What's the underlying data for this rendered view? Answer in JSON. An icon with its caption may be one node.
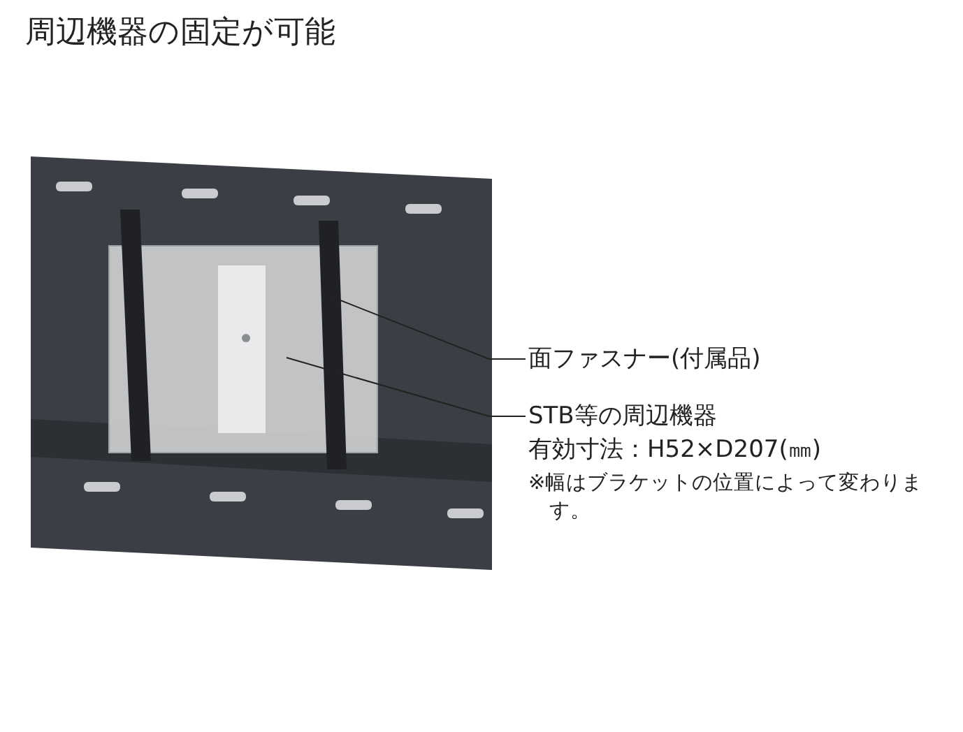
{
  "diagram": {
    "title": "周辺機器の固定が可能",
    "nodes": [
      {
        "text": [
          "面ファスナー(付属品)"
        ]
      },
      {
        "text": [
          "STB等の周辺機器",
          "有効寸法：H52×D207(㎜)",
          "※幅はブラケットの位置によって変わります。"
        ]
      }
    ],
    "edges": [
      {
        "from": 0,
        "to": null,
        "arrow": "none"
      },
      {
        "from": 1,
        "to": null,
        "arrow": "none"
      }
    ]
  }
}
